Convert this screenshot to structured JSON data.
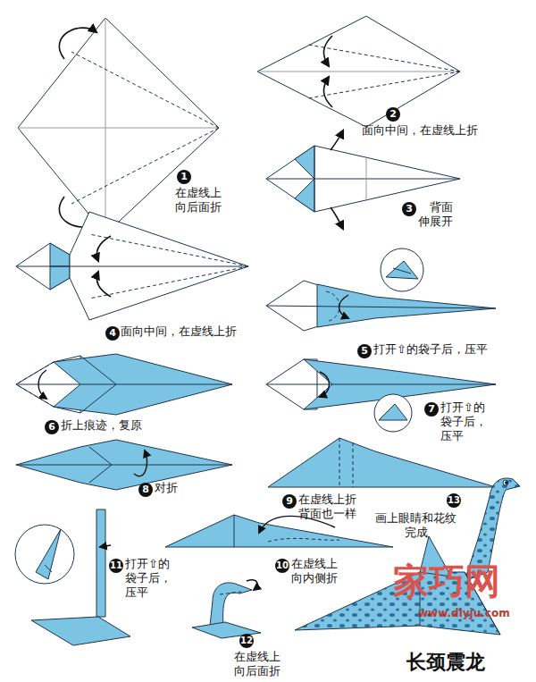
{
  "diagram": {
    "title": "长颈震龙",
    "labels": [
      "1",
      "在虚线上 向后面折",
      "2",
      "面向中间，在虚线上折",
      "3",
      "背面 伸展开",
      "4",
      "面向中间，在虚线上折",
      "5",
      "打开⇧的袋子后，压平",
      "6",
      "折上痕迹，复原",
      "7",
      "打开⇧的 袋子后，压平",
      "8",
      "对折",
      "9",
      "在虚线上折 背面也一样",
      "10",
      "在虚线上 向内侧折",
      "11",
      "打开⇧的 袋子后， 压平",
      "12",
      "在虚线上 向后面折",
      "13",
      "画上眼睛和花纹 完成",
      "家巧网",
      "www.diyju.com"
    ]
  }
}
